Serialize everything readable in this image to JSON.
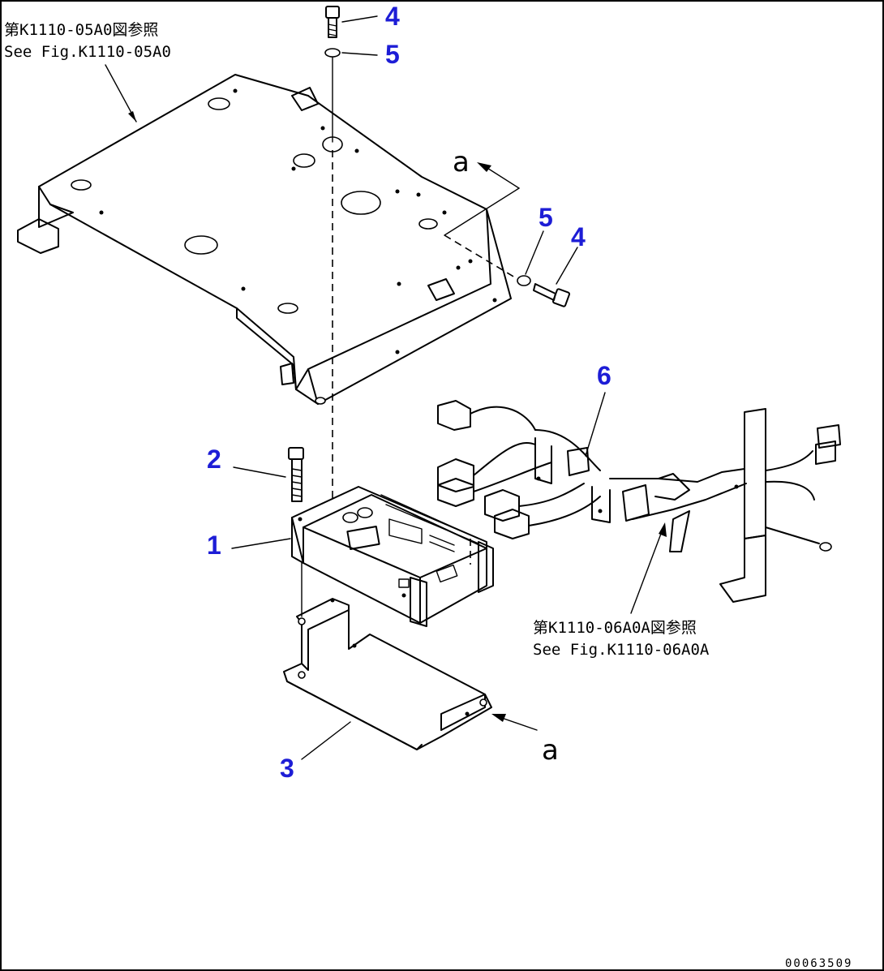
{
  "callouts": {
    "c1": "1",
    "c2": "2",
    "c3": "3",
    "c4_top": "4",
    "c4_side": "4",
    "c5_top": "5",
    "c5_side": "5",
    "c6": "6"
  },
  "references": {
    "floor_plate_jp": "第K1110-05A0図参照",
    "floor_plate_en": "See Fig.K1110-05A0",
    "harness_jp": "第K1110-06A0A図参照",
    "harness_en": "See Fig.K1110-06A0A"
  },
  "view_marks": {
    "view_a_top": "a",
    "view_a_bottom": "a"
  },
  "drawing_code": "00063509",
  "colors": {
    "callout": "#1d1dd6",
    "line": "#000000"
  }
}
